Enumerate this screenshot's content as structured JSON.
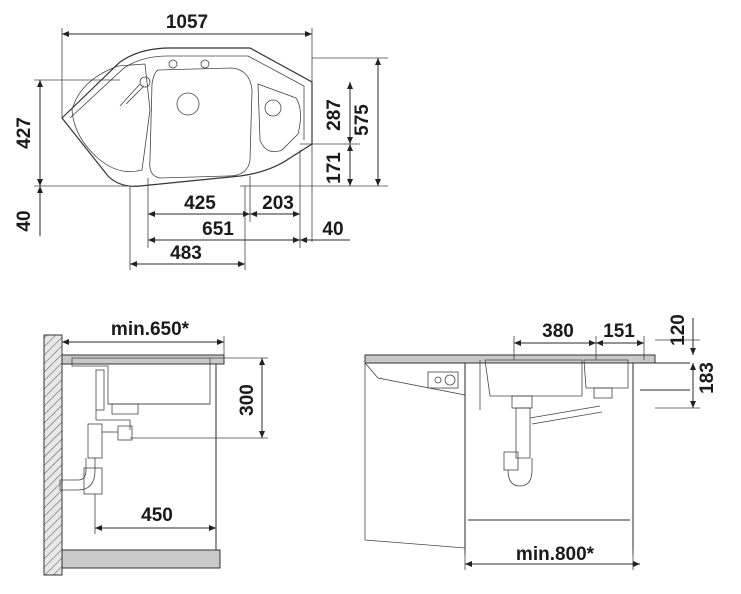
{
  "top_view": {
    "width_total": "1057",
    "depth_left": "427",
    "depth_right_upper": "287",
    "depth_total": "575",
    "depth_right_lower": "171",
    "offset_left": "40",
    "bowl_width": "425",
    "drainer_width": "203",
    "inner_width": "651",
    "offset_right": "40",
    "corner_width": "483"
  },
  "side_view_left": {
    "min_cabinet": "min.650*",
    "height": "300",
    "drain_offset": "450"
  },
  "side_view_right": {
    "bowl_width": "380",
    "drainer_width": "151",
    "depth_top": "120",
    "depth_total": "183",
    "min_cabinet": "min.800*"
  }
}
